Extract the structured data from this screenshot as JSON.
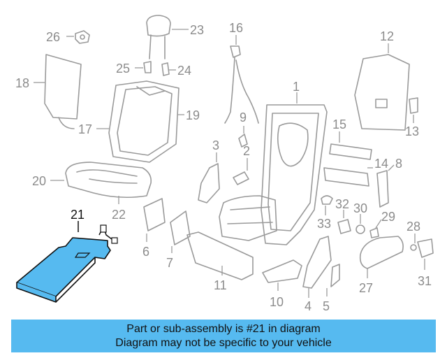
{
  "highlight_color": "#56baf0",
  "callouts": {
    "c1": "1",
    "c2": "2",
    "c3": "3",
    "c4": "4",
    "c5": "5",
    "c6": "6",
    "c7": "7",
    "c8": "8",
    "c9": "9",
    "c10": "10",
    "c11": "11",
    "c12": "12",
    "c13": "13",
    "c14": "14",
    "c15": "15",
    "c16": "16",
    "c17": "17",
    "c18": "18",
    "c19": "19",
    "c20": "20",
    "c21": "21",
    "c22": "22",
    "c23": "23",
    "c24": "24",
    "c25": "25",
    "c26": "26",
    "c27": "27",
    "c28": "28",
    "c29": "29",
    "c30": "30",
    "c31": "31",
    "c32": "32",
    "c33": "33"
  },
  "banner": {
    "line1": "Part or sub-assembly is #21 in diagram",
    "line2": "Diagram may not be specific to your vehicle"
  }
}
